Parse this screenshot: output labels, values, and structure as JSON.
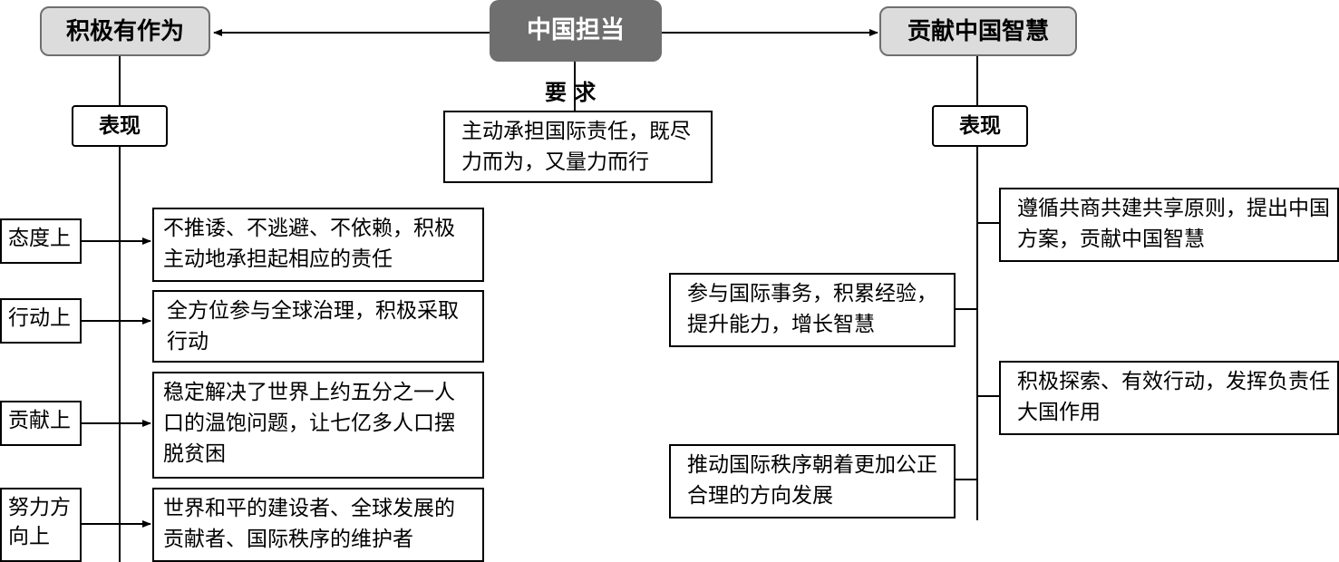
{
  "center": "中国担当",
  "left_head": "积极有作为",
  "right_head": "贡献中国智慧",
  "requirement_label": "要 求",
  "requirement": "主动承担国际责任，既尽力而为，又量力而行",
  "left": {
    "sub_label": "表现",
    "items": [
      {
        "aspect": "态度上",
        "text": "不推诿、不逃避、不依赖，积极主动地承担起相应的责任"
      },
      {
        "aspect": "行动上",
        "text": "全方位参与全球治理，积极采取行动"
      },
      {
        "aspect": "贡献上",
        "text": "稳定解决了世界上约五分之一人口的温饱问题，让七亿多人口摆脱贫困"
      },
      {
        "aspect": "努力方向上",
        "text": "世界和平的建设者、全球发展的贡献者、国际秩序的维护者"
      }
    ]
  },
  "right": {
    "sub_label": "表现",
    "items": [
      "遵循共商共建共享原则，提出中国方案，贡献中国智慧",
      "参与国际事务，积累经验，提升能力，增长智慧",
      "积极探索、有效行动，发挥负责任大国作用",
      "推动国际秩序朝着更加公正合理的方向发展"
    ]
  }
}
